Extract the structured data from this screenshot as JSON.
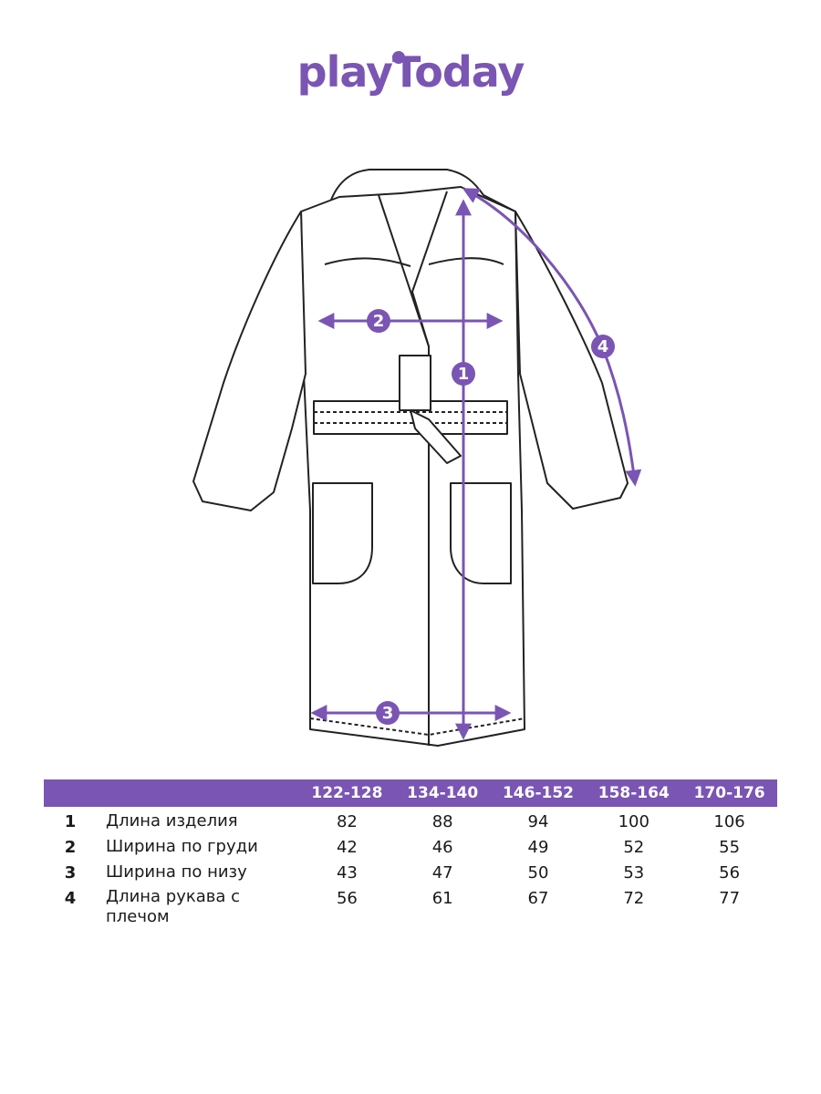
{
  "brand": {
    "logo_text": "playToday",
    "accent_color": "#7a55b3"
  },
  "illustration": {
    "subject": "bathrobe-with-hood-and-belt",
    "markers": [
      "1",
      "2",
      "3",
      "4"
    ]
  },
  "table": {
    "headers": [
      "",
      "",
      "122-128",
      "134-140",
      "146-152",
      "158-164",
      "170-176"
    ],
    "rows": [
      {
        "num": "1",
        "label": "Длина изделия",
        "values": [
          "82",
          "88",
          "94",
          "100",
          "106"
        ]
      },
      {
        "num": "2",
        "label": "Ширина по груди",
        "values": [
          "42",
          "46",
          "49",
          "52",
          "55"
        ]
      },
      {
        "num": "3",
        "label": "Ширина по низу",
        "values": [
          "43",
          "47",
          "50",
          "53",
          "56"
        ]
      },
      {
        "num": "4",
        "label": "Длина рукава с плечом",
        "values": [
          "56",
          "61",
          "67",
          "72",
          "77"
        ]
      }
    ]
  }
}
